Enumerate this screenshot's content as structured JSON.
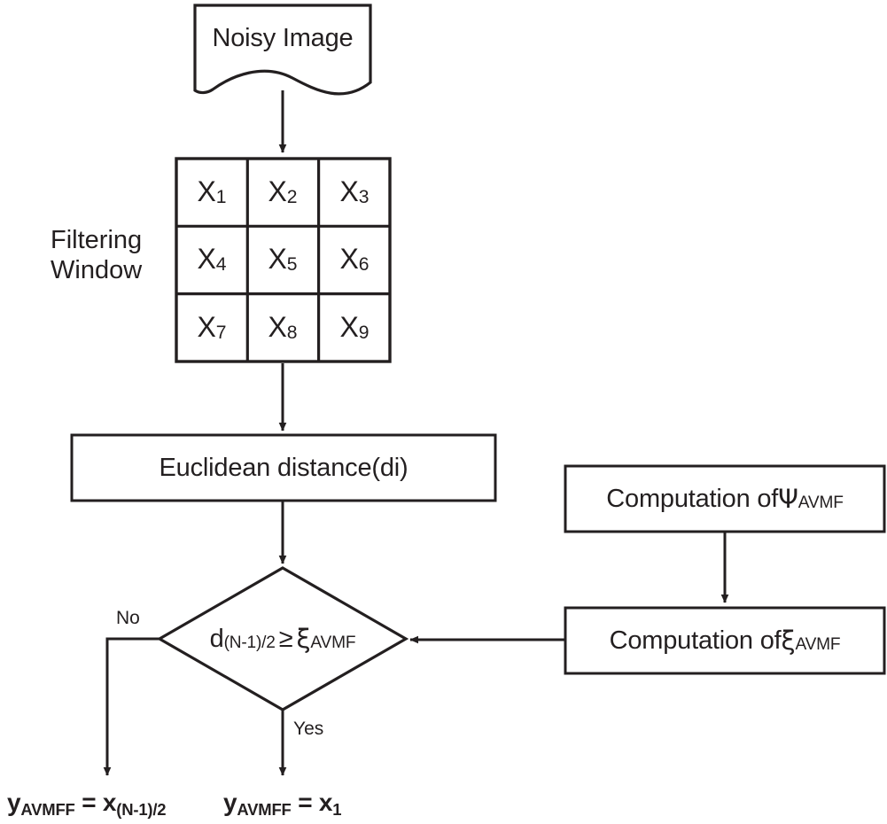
{
  "diagram": {
    "title": "AVMFF filtering flowchart",
    "stroke_color": "#231f20",
    "fill_color": "#ffffff",
    "background": "#ffffff"
  },
  "nodes": {
    "input_document": {
      "shape": "document",
      "label": "Noisy Image"
    },
    "filtering_window": {
      "shape": "grid-3x3",
      "side_label_line1": "Filtering",
      "side_label_line2": "Window",
      "cells": [
        {
          "base": "X",
          "sub": "1"
        },
        {
          "base": "X",
          "sub": "2"
        },
        {
          "base": "X",
          "sub": "3"
        },
        {
          "base": "X",
          "sub": "4"
        },
        {
          "base": "X",
          "sub": "5"
        },
        {
          "base": "X",
          "sub": "6"
        },
        {
          "base": "X",
          "sub": "7"
        },
        {
          "base": "X",
          "sub": "8"
        },
        {
          "base": "X",
          "sub": "9"
        }
      ]
    },
    "euclidean": {
      "shape": "rect",
      "label": "Euclidean distance(di)"
    },
    "computation_psi": {
      "shape": "rect",
      "label_prefix": "Computation of ",
      "symbol": "Ψ",
      "symbol_sub": "AVMF"
    },
    "computation_xi": {
      "shape": "rect",
      "label_prefix": "Computation of ",
      "symbol": "ξ",
      "symbol_sub": "AVMF"
    },
    "decision": {
      "shape": "diamond",
      "lhs_base": "d",
      "lhs_sub": "(N-1)/2",
      "operator": "≥",
      "rhs_symbol": "ξ",
      "rhs_sub": "AVMF"
    },
    "output_no": {
      "shape": "text",
      "base": "y",
      "sub": "AVMFF",
      "equals": " = ",
      "rhs_base": "x",
      "rhs_sub": "(N-1)/2"
    },
    "output_yes": {
      "shape": "text",
      "base": "y",
      "sub": "AVMFF",
      "equals": " = ",
      "rhs_base": "x",
      "rhs_sub": "1"
    }
  },
  "edges": {
    "no_label": "No",
    "yes_label": "Yes"
  }
}
